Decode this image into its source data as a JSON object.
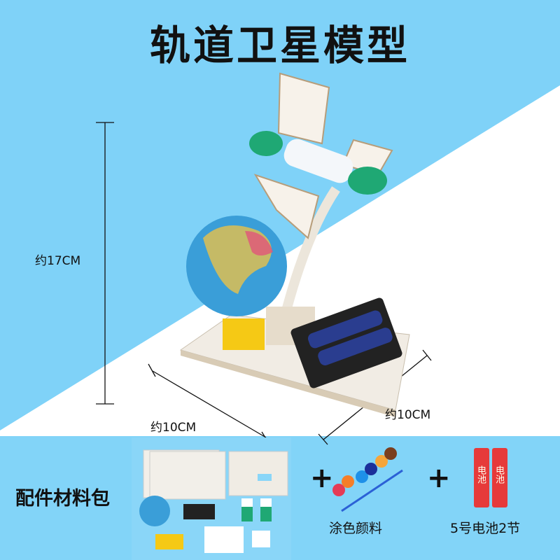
{
  "title": "轨道卫星模型",
  "dimensions": {
    "height": "约17CM",
    "width_left": "约10CM",
    "width_right": "约10CM"
  },
  "accessories": {
    "label": "配件材料包",
    "plus_symbol": "+",
    "items": [
      {
        "label": "涂色颜料"
      },
      {
        "label": "5号电池2节",
        "battery_text": "电池"
      }
    ]
  },
  "colors": {
    "background_blue": "#7fd2f8",
    "panel_blue": "#82d4f8",
    "battery_red": "#e63a3a",
    "cap_green": "#1fa874"
  }
}
